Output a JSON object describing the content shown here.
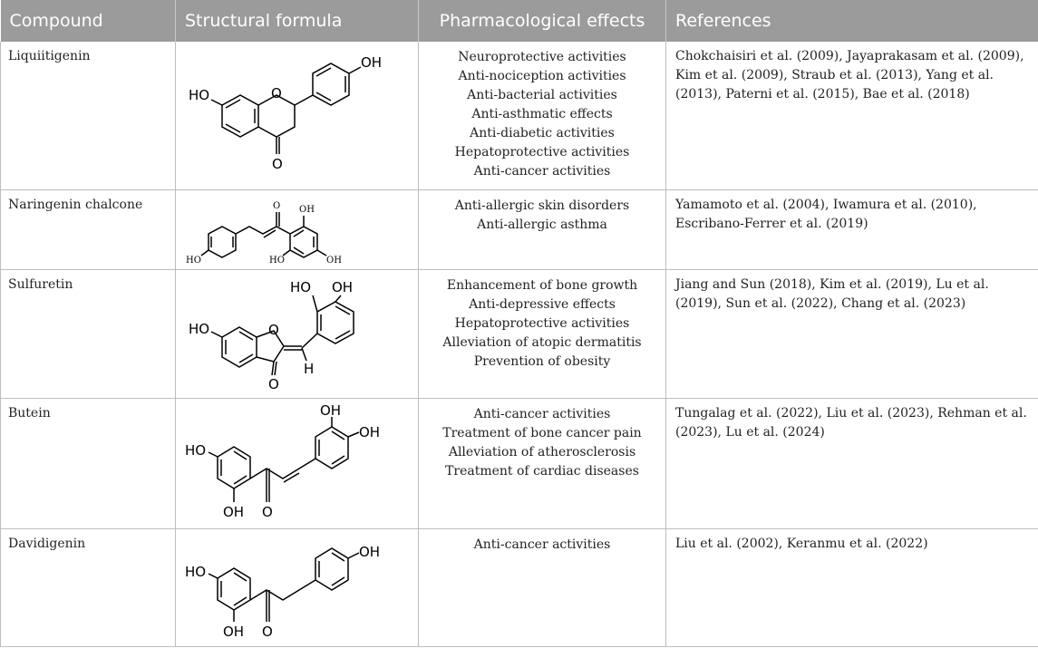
{
  "table": {
    "headers": {
      "compound": "Compound",
      "structure": "Structural formula",
      "effects": "Pharmacological effects",
      "references": "References"
    },
    "rows": [
      {
        "compound": "Liquiitigenin",
        "effects": [
          "Neuroprotective activities",
          "Anti-nociception activities",
          "Anti-bacterial activities",
          "Anti-asthmatic effects",
          "Anti-diabetic activities",
          "Hepatoprotective activities",
          "Anti-cancer activities"
        ],
        "references": "Chokchaisiri et al. (2009), Jayaprakasam et al. (2009), Kim et al. (2009), Straub et al. (2013), Yang et al. (2013), Paterni et al. (2015), Bae et al. (2018)",
        "atoms": [
          "HO",
          "O",
          "OH",
          "O"
        ]
      },
      {
        "compound": "Naringenin chalcone",
        "effects": [
          "Anti-allergic skin disorders",
          "Anti-allergic asthma"
        ],
        "references": "Yamamoto et al. (2004), Iwamura et al. (2010), Escribano-Ferrer et al. (2019)",
        "atoms": [
          "O",
          "OH",
          "HO",
          "HO",
          "OH"
        ]
      },
      {
        "compound": "Sulfuretin",
        "effects": [
          "Enhancement of bone growth",
          "Anti-depressive effects",
          "Hepatoprotective activities",
          "Alleviation of atopic dermatitis",
          "Prevention of obesity"
        ],
        "references": "Jiang and Sun (2018), Kim et al. (2019), Lu et al. (2019), Sun et al. (2022), Chang et al. (2023)",
        "atoms": [
          "HO",
          "OH",
          "HO",
          "O",
          "H",
          "O"
        ]
      },
      {
        "compound": "Butein",
        "effects": [
          "Anti-cancer activities",
          "Treatment of bone cancer pain",
          "Alleviation of atherosclerosis",
          "Treatment of cardiac diseases"
        ],
        "references": "Tungalag et al. (2022), Liu et al. (2023), Rehman et al. (2023), Lu et al. (2024)",
        "atoms": [
          "OH",
          "OH",
          "HO",
          "OH",
          "O"
        ]
      },
      {
        "compound": "Davidigenin",
        "effects": [
          "Anti-cancer activities"
        ],
        "references": "Liu et al. (2002), Keranmu et al. (2022)",
        "atoms": [
          "OH",
          "HO",
          "OH",
          "O"
        ]
      }
    ]
  }
}
